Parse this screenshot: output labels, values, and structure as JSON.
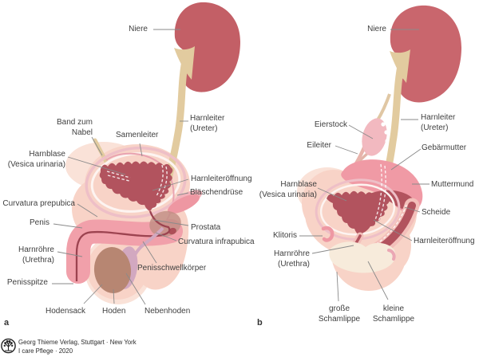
{
  "panel_a": {
    "letter": "a",
    "labels": {
      "niere": "Niere",
      "harnleiter": "Harnleiter\n(Ureter)",
      "band_zum_nabel": "Band zum\nNabel",
      "samenleiter": "Samenleiter",
      "harnblase": "Harnblase\n(Vesica urinaria)",
      "harnleiteroeffnung": "Harnleiteröffnung",
      "blaeschendruese": "Bläschendrüse",
      "curvatura_prepubica": "Curvatura prepubica",
      "penis": "Penis",
      "prostata": "Prostata",
      "curvatura_infrapubica": "Curvatura infrapubica",
      "harnroehre": "Harnröhre\n(Urethra)",
      "penisschwellkoerper": "Penisschwellkörper",
      "penisspitze": "Penisspitze",
      "hodensack": "Hodensack",
      "hoden": "Hoden",
      "nebenhoden": "Nebenhoden"
    }
  },
  "panel_b": {
    "letter": "b",
    "labels": {
      "niere": "Niere",
      "harnleiter": "Harnleiter\n(Ureter)",
      "eierstock": "Eierstock",
      "eileiter": "Eileiter",
      "gebaermutter": "Gebärmutter",
      "harnblase": "Harnblase\n(Vesica urinaria)",
      "muttermund": "Muttermund",
      "scheide": "Scheide",
      "harnleiteroeffnung": "Harnleiteröffnung",
      "klitoris": "Klitoris",
      "harnroehre": "Harnröhre\n(Urethra)",
      "grosse_schamlippe": "große\nSchamlippe",
      "kleine_schamlippe": "kleine\nSchamlippe"
    }
  },
  "footer": {
    "publisher_line": "Georg Thieme Verlag, Stuttgart · New York",
    "source_line": "I care Pflege · 2020"
  },
  "icons": {
    "logo": "thieme-tree-logo"
  },
  "colors": {
    "kidney_left": "#c35f66",
    "kidney_right": "#c9666d",
    "ureter_tan": "#e2cb9f",
    "body_pink": "#f8d3c7",
    "organ_pink": "#f09aa5",
    "cavity_dark_red": "#b2535e",
    "urethra_red": "#9c4350",
    "prostate_tan": "#c18e84",
    "testis_brown": "#b78672",
    "epididymis_lavender": "#d2a8c0",
    "vulva_cream": "#f7ebdb",
    "leader_line_gray": "#8a8a8a",
    "label_text": "#3f3f3f"
  }
}
